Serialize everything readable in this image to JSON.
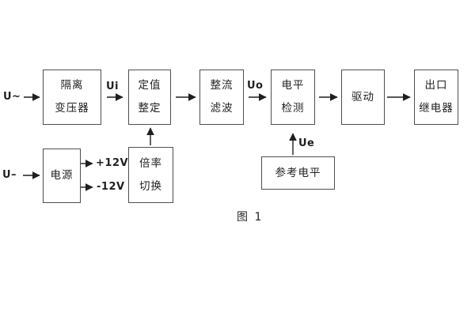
{
  "figure": {
    "caption": "图 1"
  },
  "colors": {
    "background": "#ffffff",
    "box_border": "#4f4f4f",
    "text": "#1f1f1f",
    "arrow": "#1f1f1f"
  },
  "blocks": {
    "isolation_transformer": {
      "line1": "隔离",
      "line2": "变压器"
    },
    "setting_adjust": {
      "line1": "定值",
      "line2": "整定"
    },
    "rectifier_filter": {
      "line1": "整流",
      "line2": "滤波"
    },
    "level_detect": {
      "line1": "电平",
      "line2": "检测"
    },
    "drive": {
      "line1": "驱动"
    },
    "output_relay": {
      "line1": "出口",
      "line2": "继电器"
    },
    "power_supply": {
      "line1": "电源"
    },
    "ratio_switch": {
      "line1": "倍率",
      "line2": "切换"
    },
    "reference_level": {
      "line1": "参考电平"
    }
  },
  "signals": {
    "u_ac": "U~",
    "u_dc": "U–",
    "ui": "Ui",
    "uo": "Uo",
    "ue": "Ue",
    "plus_12v": "+12V",
    "minus_12v": "-12V"
  }
}
